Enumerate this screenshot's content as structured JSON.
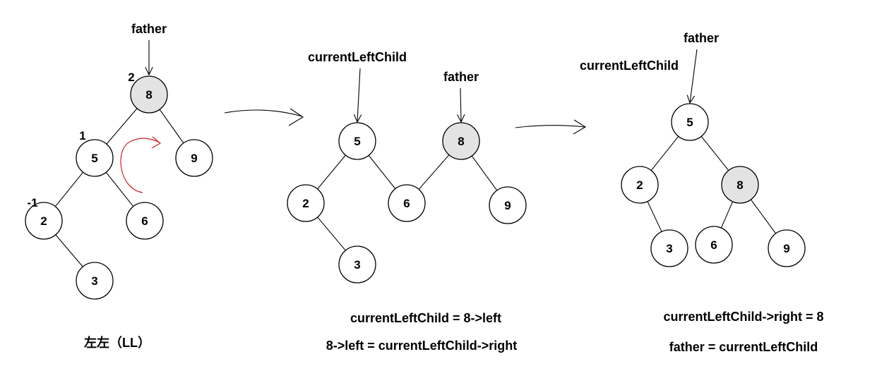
{
  "panels": [
    {
      "id": "before",
      "caption": [
        "左左（LL）"
      ],
      "nodes": [
        {
          "id": "n8",
          "label": "8",
          "highlight": true,
          "bf": "2"
        },
        {
          "id": "n5",
          "label": "5",
          "bf": "1"
        },
        {
          "id": "n9",
          "label": "9"
        },
        {
          "id": "n2",
          "label": "2",
          "bf": "-1"
        },
        {
          "id": "n6",
          "label": "6"
        },
        {
          "id": "n3",
          "label": "3"
        }
      ],
      "edges": [
        [
          "n8",
          "n5"
        ],
        [
          "n8",
          "n9"
        ],
        [
          "n5",
          "n2"
        ],
        [
          "n5",
          "n6"
        ],
        [
          "n2",
          "n3"
        ]
      ],
      "pointers": [
        {
          "label": "father",
          "target": "n8"
        }
      ]
    },
    {
      "id": "step1",
      "caption": [
        "currentLeftChild = 8->left",
        "8->left = currentLeftChild->right"
      ],
      "nodes": [
        {
          "id": "n5",
          "label": "5"
        },
        {
          "id": "n8",
          "label": "8",
          "highlight": true
        },
        {
          "id": "n2",
          "label": "2"
        },
        {
          "id": "n6",
          "label": "6"
        },
        {
          "id": "n9",
          "label": "9"
        },
        {
          "id": "n3",
          "label": "3"
        }
      ],
      "edges": [
        [
          "n5",
          "n2"
        ],
        [
          "n5",
          "n6"
        ],
        [
          "n8",
          "n6"
        ],
        [
          "n8",
          "n9"
        ],
        [
          "n2",
          "n3"
        ]
      ],
      "pointers": [
        {
          "label": "currentLeftChild",
          "target": "n5"
        },
        {
          "label": "father",
          "target": "n8"
        }
      ]
    },
    {
      "id": "step2",
      "caption": [
        "currentLeftChild->right = 8",
        "father = currentLeftChild"
      ],
      "nodes": [
        {
          "id": "n5",
          "label": "5"
        },
        {
          "id": "n2",
          "label": "2"
        },
        {
          "id": "n8",
          "label": "8",
          "highlight": true
        },
        {
          "id": "n3",
          "label": "3"
        },
        {
          "id": "n6",
          "label": "6"
        },
        {
          "id": "n9",
          "label": "9"
        }
      ],
      "edges": [
        [
          "n5",
          "n2"
        ],
        [
          "n5",
          "n8"
        ],
        [
          "n2",
          "n3"
        ],
        [
          "n8",
          "n6"
        ],
        [
          "n8",
          "n9"
        ]
      ],
      "pointers": [
        {
          "label": "father",
          "target": "n5"
        },
        {
          "label": "currentLeftChild",
          "target": "n5"
        }
      ]
    }
  ]
}
